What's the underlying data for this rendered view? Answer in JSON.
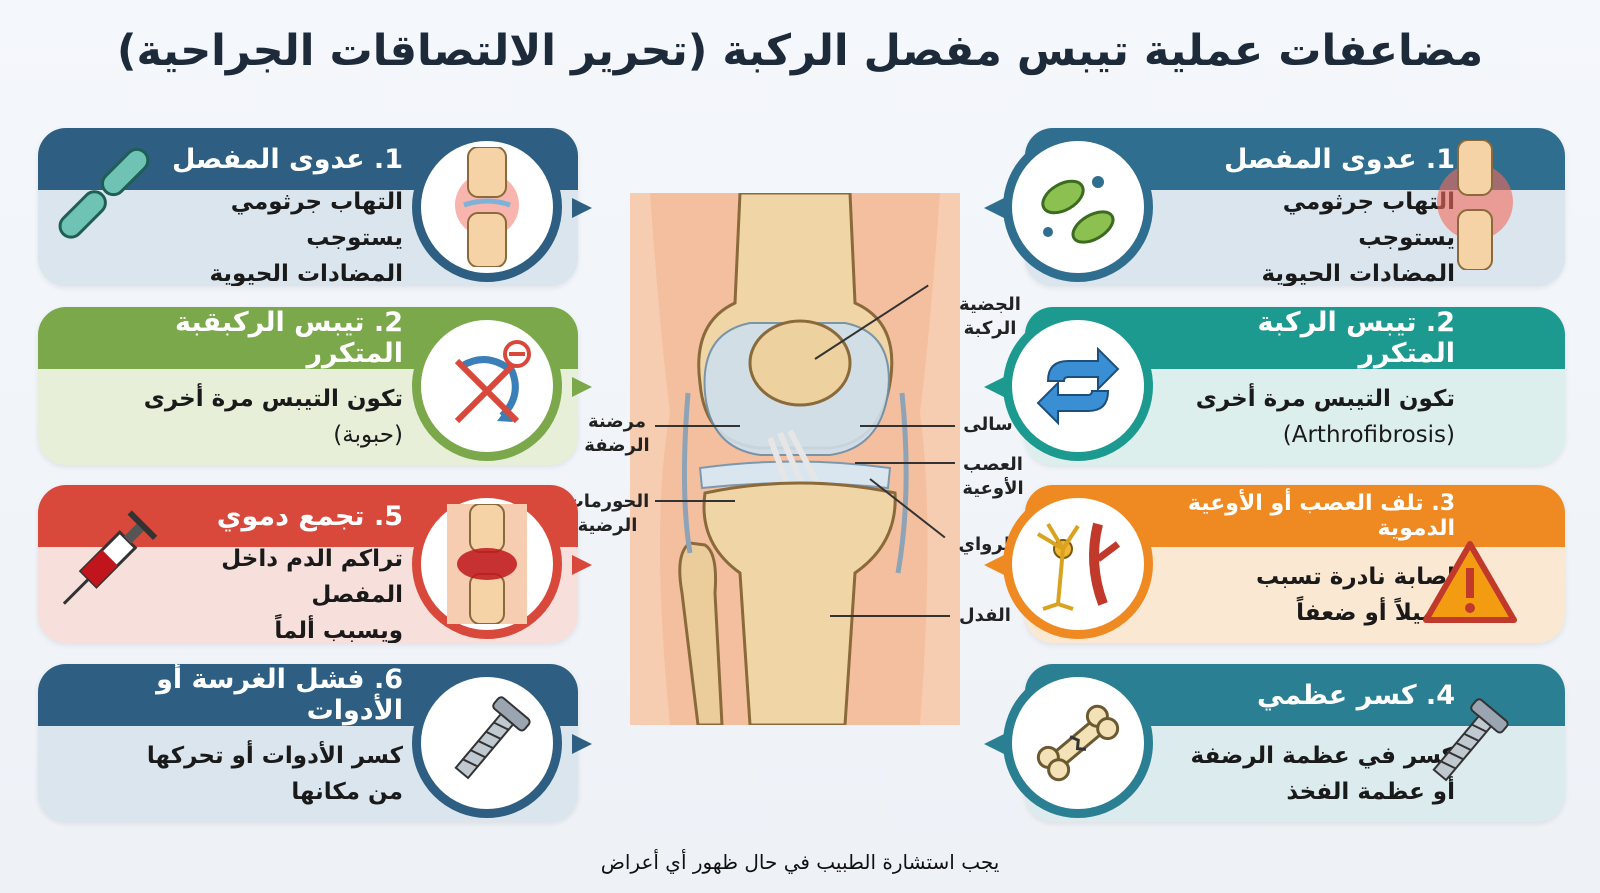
{
  "title": "مضاعفات عملية تيبس مفصل الركبة (تحرير الالتصاقات الجراحية)",
  "footer": "يجب استشارة الطبيب في حال ظهور أي أعراض",
  "colors": {
    "blue": "#2f6e8f",
    "teal": "#1d9a8f",
    "green": "#7aa84a",
    "red": "#d8493b",
    "orange": "#ef8a22",
    "blue_dark": "#2e5f82"
  },
  "cards_right": [
    {
      "title": "1. عدوى المفصل",
      "line1": "التهاب جرثومي يستوجب",
      "line2": "المضادات الحيوية",
      "icon": "bacteria-icon",
      "side_icon": "inflamed-knee-icon"
    },
    {
      "title": "2. تيبس الركبة المتكرر",
      "line1": "تكون التيبس مرة أخرى",
      "line2": "(Arthrofibrosis)",
      "icon": "repeat-arrows-icon"
    },
    {
      "title": "3. تلف العصب أو الأوعية الدموية",
      "line1": "إصابة نادرة تسبب",
      "line2": "تنميلاً أو ضعفاً",
      "icon": "nerve-vessel-icon",
      "side_icon": "warning-icon"
    },
    {
      "title": "4. كسر عظمي",
      "line1": "كسر في عظمة الرضفة",
      "line2": "أو عظمة الفخذ",
      "icon": "broken-bone-icon",
      "side_icon": "screw-icon"
    }
  ],
  "cards_left": [
    {
      "title": "1. عدوى المفصل",
      "line1": "التهاب جرثومي يستوجب",
      "line2": "المضادات الحيوية",
      "icon": "inflamed-knee-icon",
      "side_icon": "bacteria-icon"
    },
    {
      "title": "2. تيبس الركبقبة المتكرر",
      "line1": "تكون التيبس مرة أخرى",
      "line2": "(حبوبة)",
      "icon": "no-rotation-icon"
    },
    {
      "title": "5. تجمع دموي",
      "line1": "تراكم الدم داخل المفصل",
      "line2": "ويسبب ألماً",
      "icon": "blood-knee-icon",
      "side_icon": "syringe-icon"
    },
    {
      "title": "6. فشل الغرسة أو الأدوات",
      "line1": "كسر الأدوات أو تحركها",
      "line2": "من مكانها",
      "icon": "screw-icon",
      "side_icon": "screw-icon"
    }
  ],
  "labels": {
    "patella": "الجضية الركبة",
    "cartilage": "سالى",
    "nerve_vessels": "العصب الأوعية",
    "ligaments": "الرواي",
    "fibula": "الفدل",
    "femur_pad": "مرضنة الرضفة",
    "menisci": "الحورمات الرضية"
  }
}
